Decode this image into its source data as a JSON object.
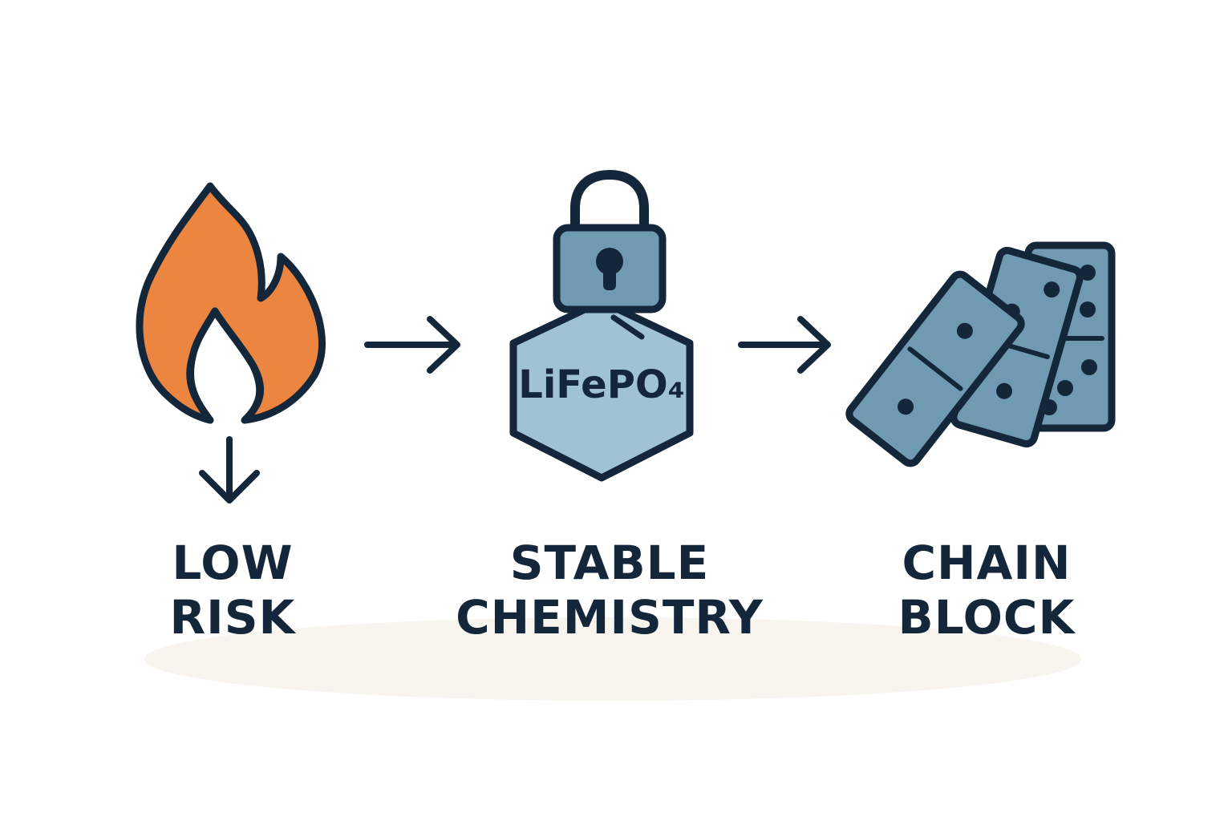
{
  "steps": [
    {
      "icon": "flame-icon",
      "indicator": "down-arrow-icon",
      "label_line1": "LOW",
      "label_line2": "RISK"
    },
    {
      "icon": "padlock-hexagon-icon",
      "formula": "LiFePO₄",
      "label_line1": "STABLE",
      "label_line2": "CHEMISTRY"
    },
    {
      "icon": "dominoes-icon",
      "label_line1": "CHAIN",
      "label_line2": "BLOCK"
    }
  ],
  "connectors": [
    "right-arrow-icon",
    "right-arrow-icon"
  ],
  "colors": {
    "outline": "#13263a",
    "flame": "#ec8540",
    "lock": "#6f9ab2",
    "hexagon": "#9fc3d2",
    "domino": "#6f9ab2",
    "ground": "#f8f4ee"
  }
}
